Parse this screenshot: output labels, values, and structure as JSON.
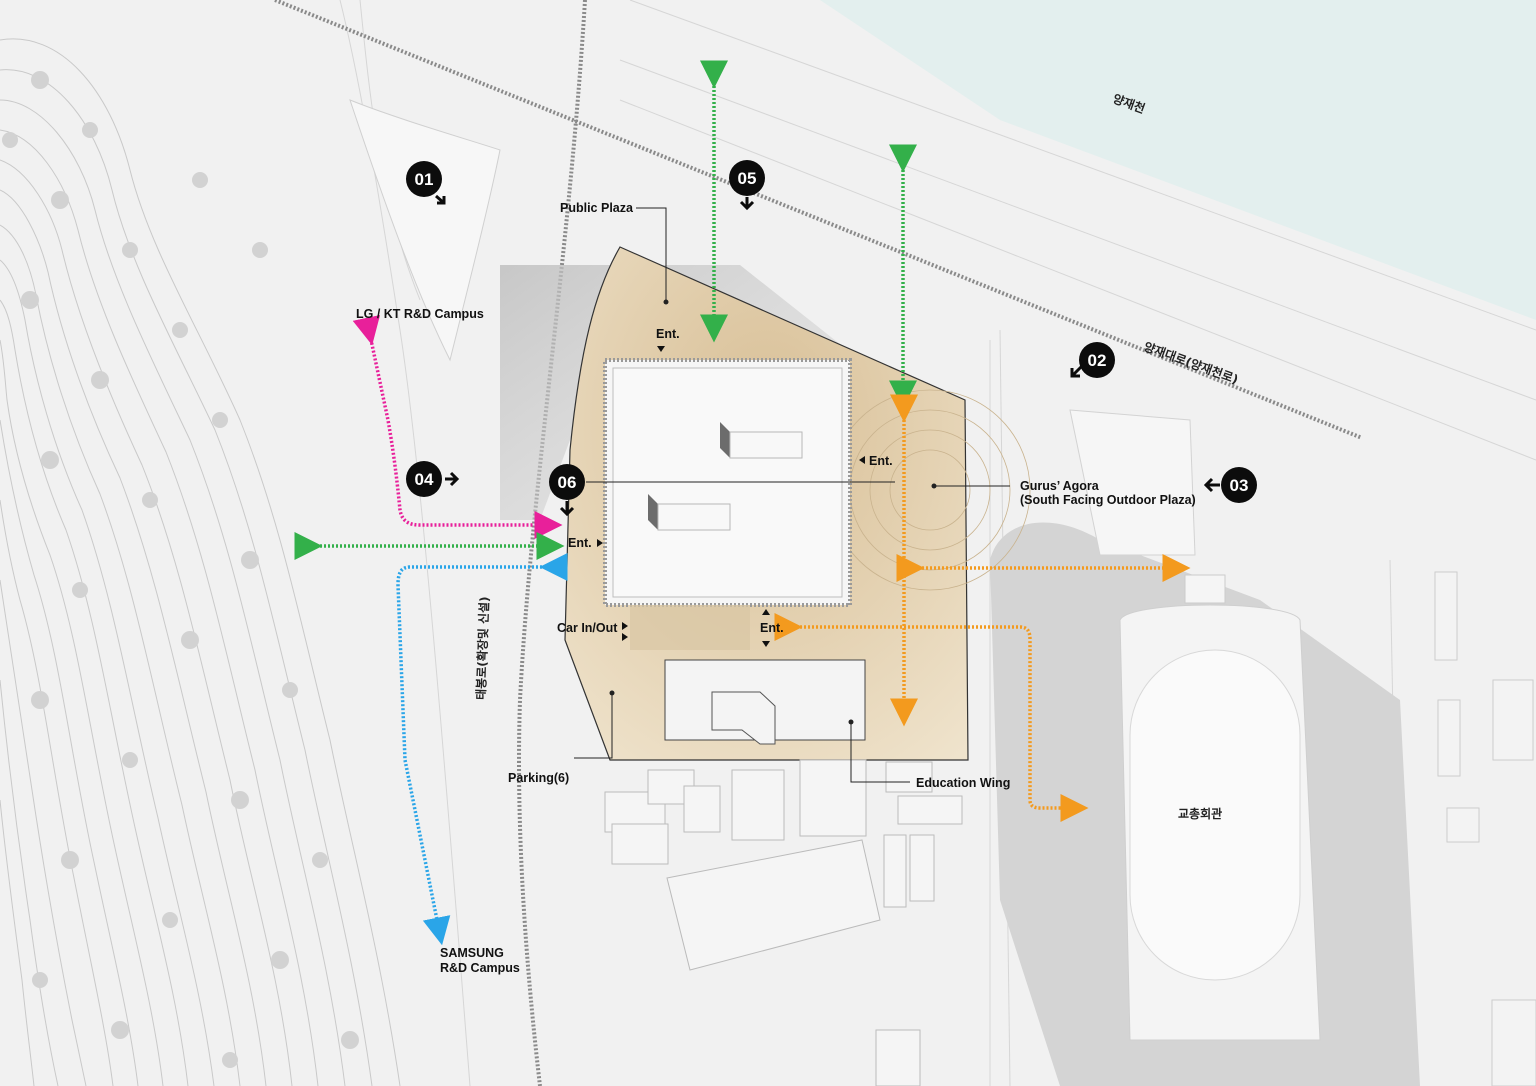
{
  "colors": {
    "pedestrian_magenta": "#e8209a",
    "green_axis": "#33b04a",
    "blue_route": "#2aa5e8",
    "orange_route": "#f39a1e",
    "badge": "#0c0c0c",
    "site_fill": "#dcc7a2",
    "stream": "#dcecea"
  },
  "viewpoints": [
    {
      "number": "01",
      "icon": "view-arrow-icon"
    },
    {
      "number": "02",
      "icon": "view-arrow-icon"
    },
    {
      "number": "03",
      "icon": "view-arrow-icon"
    },
    {
      "number": "04",
      "icon": "view-arrow-icon"
    },
    {
      "number": "05",
      "icon": "view-arrow-icon"
    },
    {
      "number": "06",
      "icon": "view-arrow-icon"
    }
  ],
  "labels": {
    "public_plaza": "Public Plaza",
    "lg_kt": "LG / KT R&D Campus",
    "samsung_line1": "SAMSUNG",
    "samsung_line2": "R&D Campus",
    "gurus_line1": "Gurus’ Agora",
    "gurus_line2": "(South Facing Outdoor Plaza)",
    "car": "Car In/Out",
    "parking": "Parking(6)",
    "education": "Education Wing",
    "ent": "Ent.",
    "yangjae_stream": "양재천",
    "yangjae_road": "양재대로(양재천로)",
    "taebong_road": "태봉로(확장및 신설)",
    "teachers_hall": "교총회관"
  }
}
